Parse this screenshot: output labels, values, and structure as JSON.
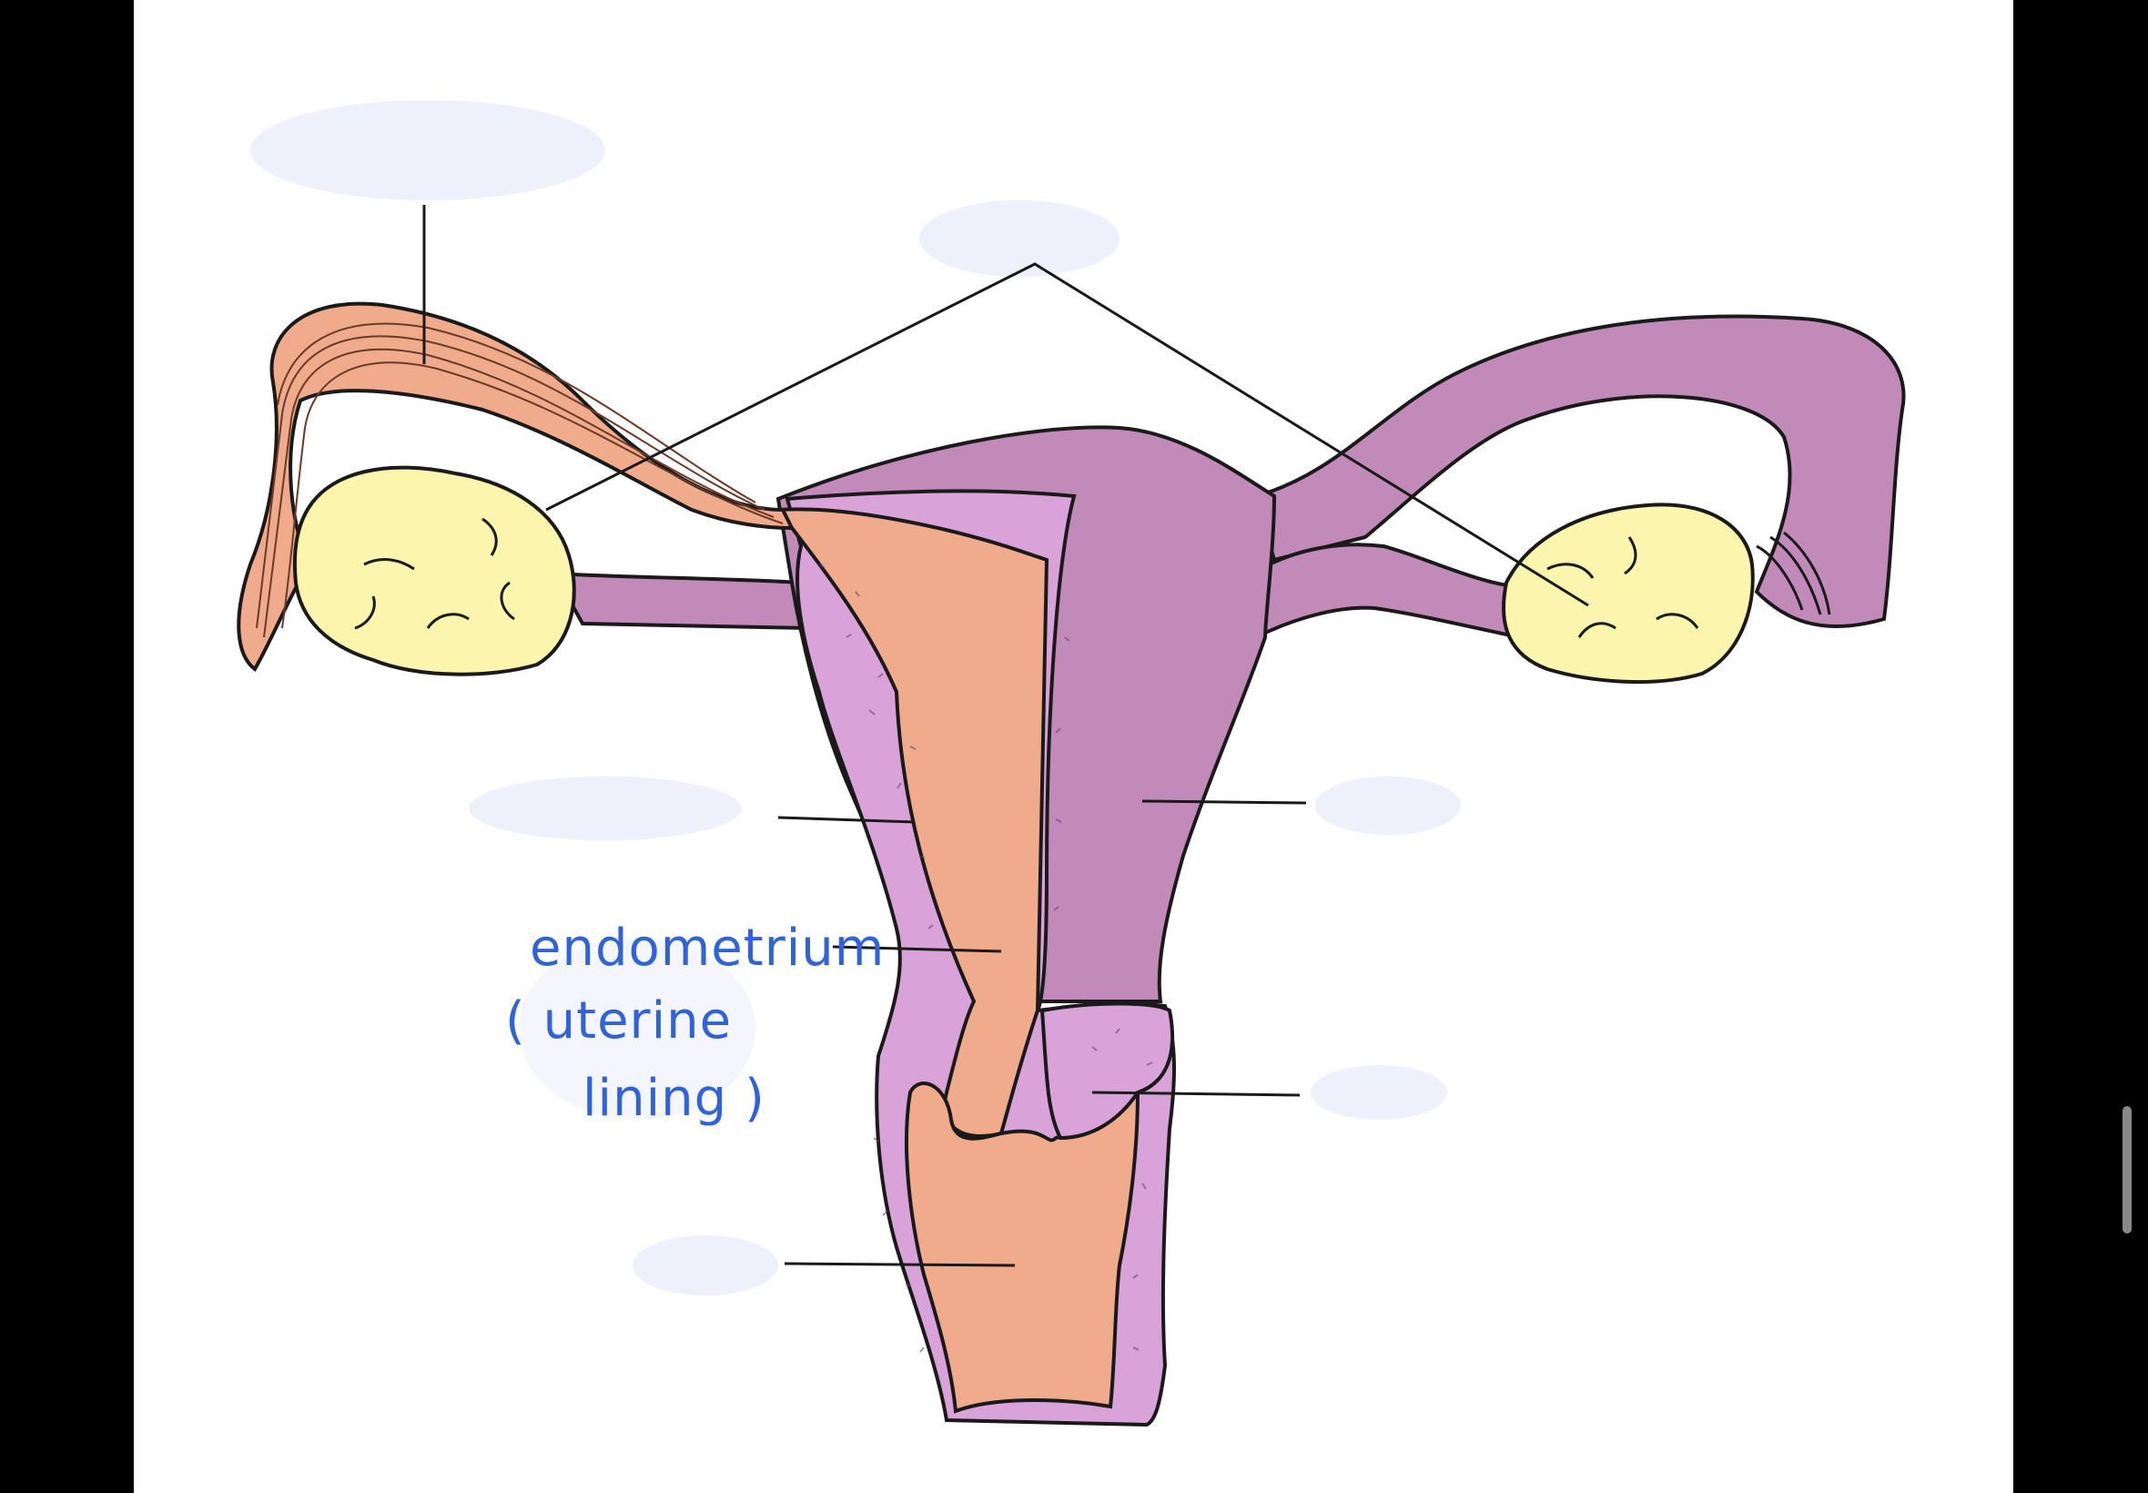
{
  "diagram": {
    "handwritten_label": {
      "line1": "endometrium",
      "line2": "( uterine",
      "line3": "lining )"
    },
    "colors": {
      "endometrium_tissue": "#d9a3d9",
      "myometrium_wall": "#c18ab8",
      "cavity_and_vagina": "#efab8b",
      "ovary": "#fbf5ae",
      "fimbriae_tube": "#efab8b",
      "label_mask": "#eef0fb",
      "handwriting": "#2f63d6",
      "outline": "#1a1a1a"
    },
    "parts": [
      "fallopian-tube",
      "ovary",
      "uterine-wall",
      "endometrium",
      "uterine-cavity",
      "cervix",
      "vagina"
    ]
  }
}
